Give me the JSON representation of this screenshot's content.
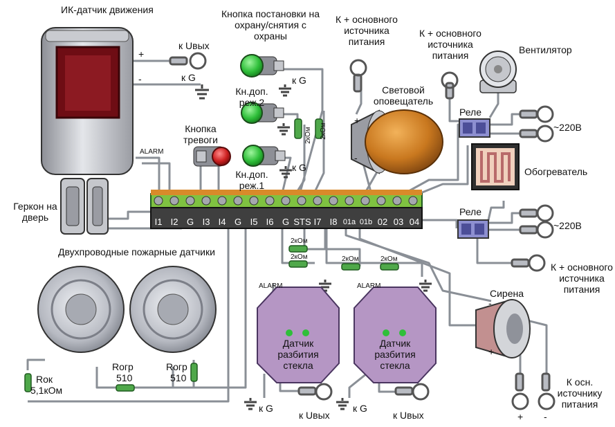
{
  "labels": {
    "ir_sensor": "ИК-датчик движения",
    "uout_top": "к Uвых",
    "g_top": "к G",
    "plus": "+",
    "minus": "-",
    "alarm": "ALARM",
    "arm_button": "Кнопка постановки на охрану/снятия с охраны",
    "g_arm": "к G",
    "mode2": "Кн.доп. реж.2",
    "panic_button": "Кнопка тревоги",
    "g_mode1": "к G",
    "mode1": "Кн.доп. реж.1",
    "res_2k": "2кОм",
    "main_supply_1": "К + основного источника питания",
    "main_supply_2": "К + основного источника питания",
    "strobe": "Световой оповещатель",
    "fan": "Вентилятор",
    "relay": "Реле",
    "ac220": "~220В",
    "heater": "Обогреватель",
    "reed": "Геркон на дверь",
    "fire_sensors": "Двухпроводные пожарные датчики",
    "rok": "Rок",
    "rok_value": "5,1кОм",
    "rogr": "Rогр",
    "rogr_value": "510",
    "glass_sensor": "Датчик разбития стекла",
    "g_bottom": "к G",
    "uout_bottom": "к Uвых",
    "siren": "Сирена",
    "main_supply_3": "К + основного источника питания",
    "aux_supply": "К осн. источнику питания"
  },
  "terminals": [
    "I1",
    "I2",
    "G",
    "I3",
    "I4",
    "G",
    "I5",
    "I6",
    "G",
    "STS",
    "I7",
    "I8",
    "01a",
    "01b",
    "02",
    "03",
    "04"
  ],
  "colors": {
    "block_green": "#7fc241",
    "block_dark": "#3f3f3f",
    "block_orange": "#d98a2a",
    "wire": "#8a8f96",
    "glass_sensor": "#b596c4",
    "strobe_lens": "#c9781f",
    "ir_window": "#6e0d14",
    "button_green": "#2fbf3a",
    "button_red": "#cc1f1f",
    "relay": "#8d8fd0",
    "resistor": "#4fa84a"
  }
}
